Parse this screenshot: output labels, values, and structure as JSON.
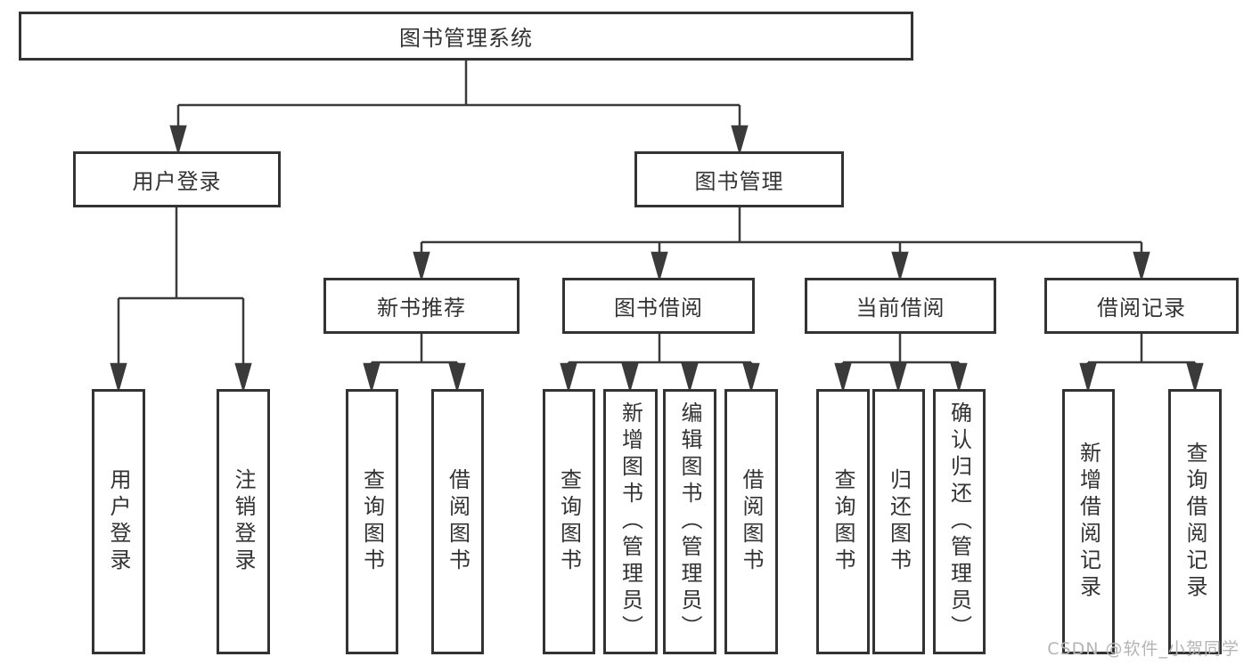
{
  "diagram": {
    "root": {
      "label": "图书管理系统"
    },
    "branches": [
      {
        "label": "用户登录",
        "children": [
          {
            "label": "用户登录"
          },
          {
            "label": "注销登录"
          }
        ]
      },
      {
        "label": "图书管理",
        "children": [
          {
            "label": "新书推荐",
            "children": [
              {
                "label": "查询图书"
              },
              {
                "label": "借阅图书"
              }
            ]
          },
          {
            "label": "图书借阅",
            "children": [
              {
                "label": "查询图书"
              },
              {
                "label": "新增图书（管理员）"
              },
              {
                "label": "编辑图书（管理员）"
              },
              {
                "label": "借阅图书"
              }
            ]
          },
          {
            "label": "当前借阅",
            "children": [
              {
                "label": "查询图书"
              },
              {
                "label": "归还图书"
              },
              {
                "label": "确认归还（管理员）"
              }
            ]
          },
          {
            "label": "借阅记录",
            "children": [
              {
                "label": "新增借阅记录"
              },
              {
                "label": "查询借阅记录"
              }
            ]
          }
        ]
      }
    ]
  },
  "watermark": {
    "text": "CSDN @软件_小贺同学"
  },
  "colors": {
    "line": "#3a3a3a",
    "border": "#333333",
    "text": "#333333",
    "watermark": "#b4b4b4",
    "background": "#ffffff"
  }
}
